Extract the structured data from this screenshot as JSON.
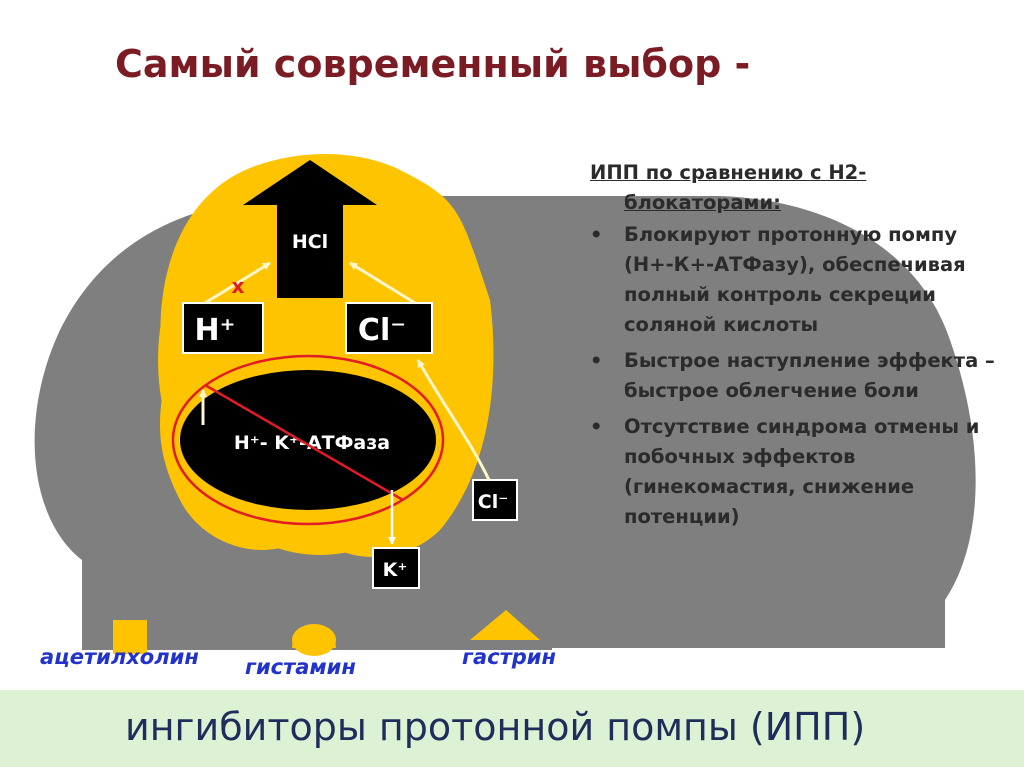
{
  "title": "Самый современный выбор -",
  "diagram": {
    "hcl": "HCl",
    "h_plus": "H⁺",
    "cl_minus_top": "Cl⁻",
    "x_mark": "x",
    "atpase": "H⁺- K⁺-АТФаза",
    "cl_minus_bottom": "Cl⁻",
    "k_plus": "K⁺",
    "acetylcholine": "ацетилхолин",
    "histamine": "гистамин",
    "gastrin": "гастрин"
  },
  "right_panel": {
    "heading_line1": "ИПП по сравнению с Н2-",
    "heading_line2": "блокаторами:",
    "bullets": [
      "Блокируют протонную помпу (Н+-К+-АТФазу), обеспечивая полный контроль секреции соляной кислоты",
      "Быстрое наступление эффекта – быстрое облегчение боли",
      " Отсутствие синдрома отмены и побочных эффектов (гинекомастия, снижение потенции)"
    ],
    "bullet_symbol": "•"
  },
  "footer": "ингибиторы протонной помпы (ИПП)",
  "colors": {
    "title": "#7b1c25",
    "cell": "#7f7f7f",
    "yellow": "#ffc400",
    "black": "#000000",
    "red": "#e21b24",
    "blue_label": "#2233cc",
    "footer_bg": "#ddf1d4"
  }
}
